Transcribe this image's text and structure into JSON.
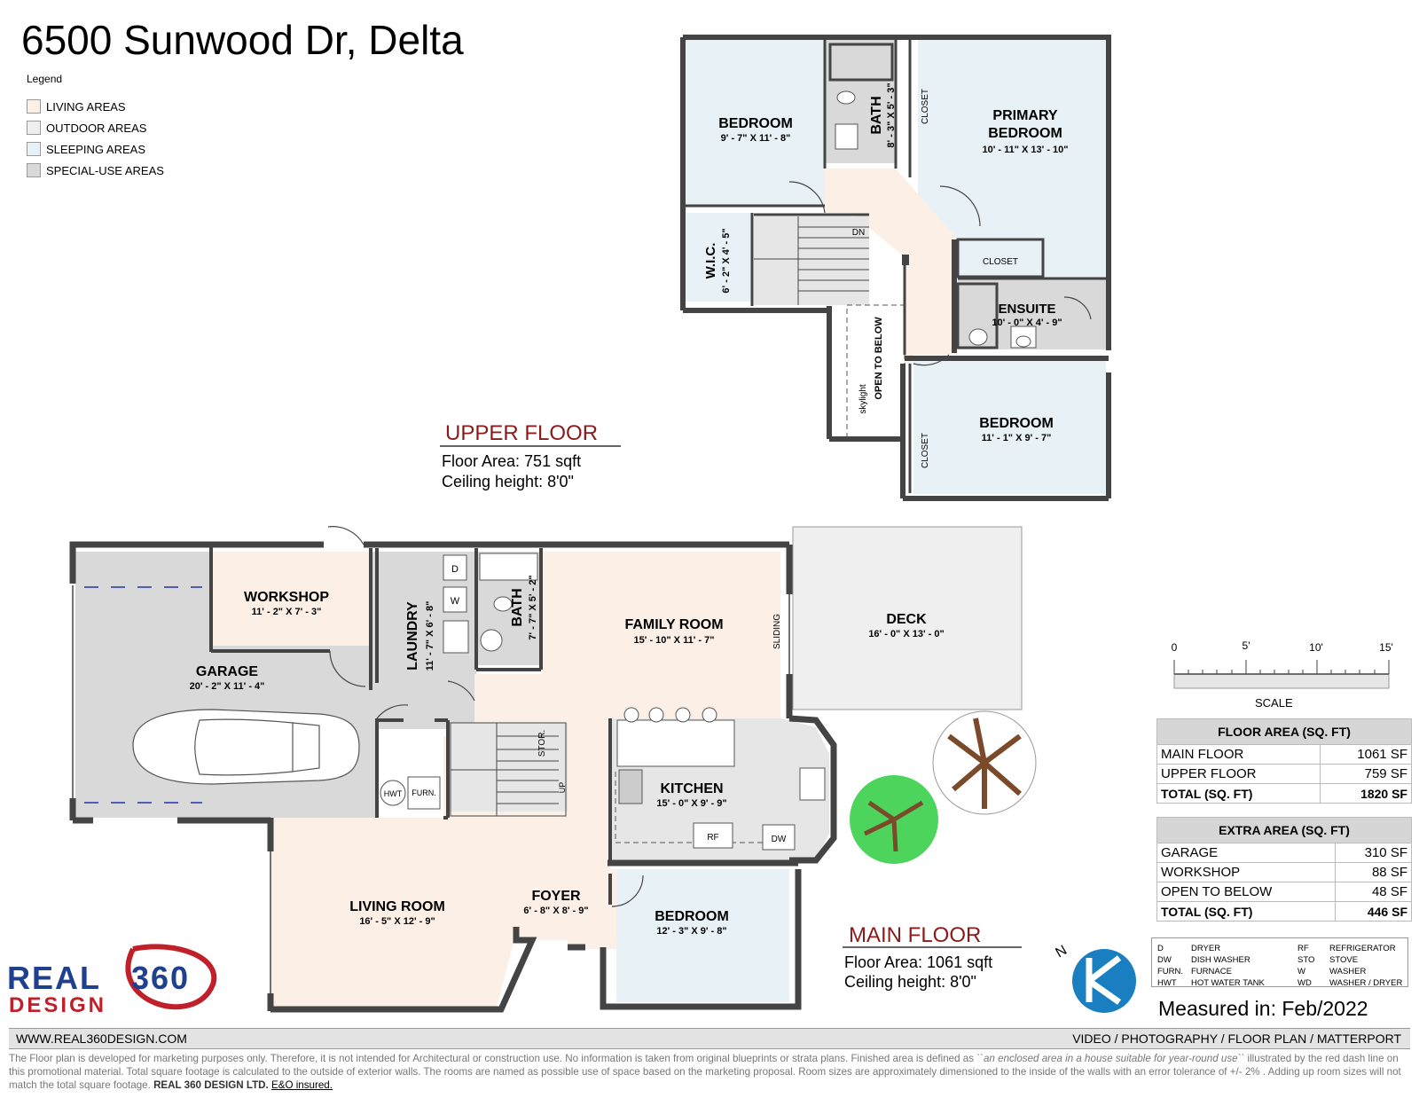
{
  "title": "6500 Sunwood Dr, Delta",
  "legend": {
    "title": "Legend",
    "items": [
      {
        "label": "LIVING AREAS",
        "color": "#fcf0e6"
      },
      {
        "label": "OUTDOOR AREAS",
        "color": "#efefef"
      },
      {
        "label": "SLEEPING AREAS",
        "color": "#e8f2f6"
      },
      {
        "label": "SPECIAL-USE AREAS",
        "color": "#d9d9d9"
      }
    ]
  },
  "upper_floor": {
    "heading": "UPPER FLOOR",
    "floor_area": "Floor Area: 751 sqft",
    "ceiling": "Ceiling height: 8'0\"",
    "rooms": {
      "bedroom1": {
        "name": "BEDROOM",
        "dims": "9' - 7\" X 11' - 8\""
      },
      "bath": {
        "name": "BATH",
        "dims": "8' - 3\" X 5' - 3\""
      },
      "closet1": "CLOSET",
      "primary": {
        "name1": "PRIMARY",
        "name2": "BEDROOM",
        "dims": "10' - 11\" X 13' - 10\""
      },
      "closet2": "CLOSET",
      "wic": {
        "name": "W.I.C.",
        "dims": "6' - 2\" X 4' - 5\""
      },
      "dn": "DN",
      "open_below": "OPEN TO BELOW",
      "skylight": "skylight",
      "ensuite": {
        "name": "ENSUITE",
        "dims": "10' - 0\" X 4' - 9\""
      },
      "bedroom2": {
        "name": "BEDROOM",
        "dims": "11' - 1\" X 9' - 7\""
      },
      "closet3": "CLOSET"
    }
  },
  "main_floor": {
    "heading": "MAIN FLOOR",
    "floor_area": "Floor Area: 1061 sqft",
    "ceiling": "Ceiling height: 8'0\"",
    "rooms": {
      "workshop": {
        "name": "WORKSHOP",
        "dims": "11' - 2\" X 7' - 3\""
      },
      "garage": {
        "name": "GARAGE",
        "dims": "20' - 2\" X 11' - 4\""
      },
      "laundry": {
        "name": "LAUNDRY",
        "dims": "11' - 7\" X 6' - 8\""
      },
      "bath": {
        "name": "BATH",
        "dims": "7' - 7\" X 5' - 2\""
      },
      "family": {
        "name": "FAMILY ROOM",
        "dims": "15' - 10\" X 11' - 7\""
      },
      "sliding": "SLIDING",
      "deck": {
        "name": "DECK",
        "dims": "16' - 0\" X 13' - 0\""
      },
      "kitchen": {
        "name": "KITCHEN",
        "dims": "15' - 0\" X 9' - 9\""
      },
      "living": {
        "name": "LIVING ROOM",
        "dims": "16' - 5\" X 12' - 9\""
      },
      "foyer": {
        "name": "FOYER",
        "dims": "6' - 8\" X 8' - 9\""
      },
      "bedroom": {
        "name": "BEDROOM",
        "dims": "12' - 3\" X 9' - 8\""
      },
      "stor": "STOR.",
      "up": "UP",
      "hwt": "HWT",
      "furn": "FURN.",
      "d": "D",
      "w": "W",
      "rf": "RF",
      "dw": "DW"
    }
  },
  "scale": {
    "ticks": [
      "0",
      "5'",
      "10'",
      "15'"
    ],
    "label": "SCALE"
  },
  "floor_area_table": {
    "header": "FLOOR AREA (SQ. FT)",
    "rows": [
      {
        "label": "MAIN FLOOR",
        "value": "1061 SF"
      },
      {
        "label": "UPPER FLOOR",
        "value": "759 SF"
      }
    ],
    "total": {
      "label": "TOTAL (SQ. FT)",
      "value": "1820 SF"
    }
  },
  "extra_area_table": {
    "header": "EXTRA AREA (SQ. FT)",
    "rows": [
      {
        "label": "GARAGE",
        "value": "310 SF"
      },
      {
        "label": "WORKSHOP",
        "value": "88 SF"
      },
      {
        "label": "OPEN TO BELOW",
        "value": "48 SF"
      }
    ],
    "total": {
      "label": "TOTAL (SQ. FT)",
      "value": "446 SF"
    }
  },
  "abbreviations": [
    {
      "code": "D",
      "meaning": "DRYER"
    },
    {
      "code": "DW",
      "meaning": "DISH WASHER"
    },
    {
      "code": "FURN.",
      "meaning": "FURNACE"
    },
    {
      "code": "HWT",
      "meaning": "HOT WATER TANK"
    },
    {
      "code": "RF",
      "meaning": "REFRIGERATOR"
    },
    {
      "code": "STO",
      "meaning": "STOVE"
    },
    {
      "code": "W",
      "meaning": "WASHER"
    },
    {
      "code": "WD",
      "meaning": "WASHER / DRYER"
    }
  ],
  "north": "N",
  "measured": "Measured in: Feb/2022",
  "logo": {
    "real": "REAL",
    "num": "360",
    "design": "DESIGN"
  },
  "footer": {
    "website": "WWW.REAL360DESIGN.COM",
    "services": "VIDEO / PHOTOGRAPHY / FLOOR PLAN / MATTERPORT"
  },
  "disclaimer": {
    "p1": "The Floor plan is developed for marketing purposes only. Therefore, it is not intended for Architectural or construction use. No information is taken from original blueprints or strata plans. Finished area is defined as ``",
    "p2": "an enclosed area in a house suitable for year-round use",
    "p3": "`` illustrated by the red dash line on this promotional material. Total square footage is calculated to the outside of exterior walls. The rooms are named as possible use of space based on the marketing proposal. Room sizes are approximately dimensioned to the inside of the walls with an error tolerance of +/- 2% . Adding up room sizes will not match the total square footage. ",
    "company": "REAL 360 DESIGN LTD.",
    "insured": "E&O insured."
  }
}
